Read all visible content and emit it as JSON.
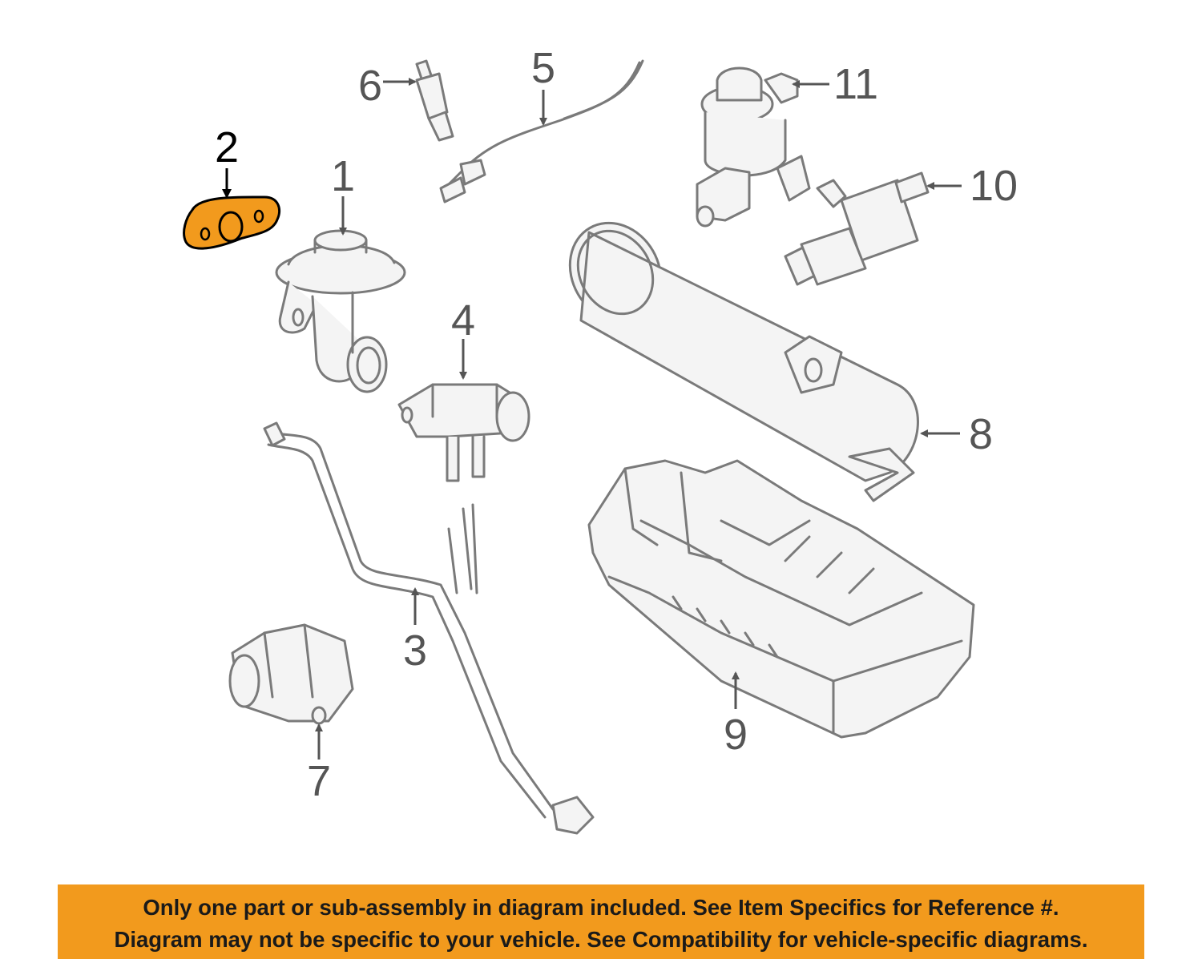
{
  "diagram": {
    "callouts": [
      "1",
      "2",
      "3",
      "4",
      "5",
      "6",
      "7",
      "8",
      "9",
      "10",
      "11"
    ],
    "highlighted_callout": "2",
    "highlight_color": "#f29a1d",
    "line_color": "#7a7a7a"
  },
  "banner": {
    "line1": "Only one part or sub-assembly in diagram included. See Item Specifics for Reference #.",
    "line2": "Diagram may not be specific to your vehicle. See Compatibility for vehicle-specific diagrams.",
    "background": "#f29a1d"
  }
}
